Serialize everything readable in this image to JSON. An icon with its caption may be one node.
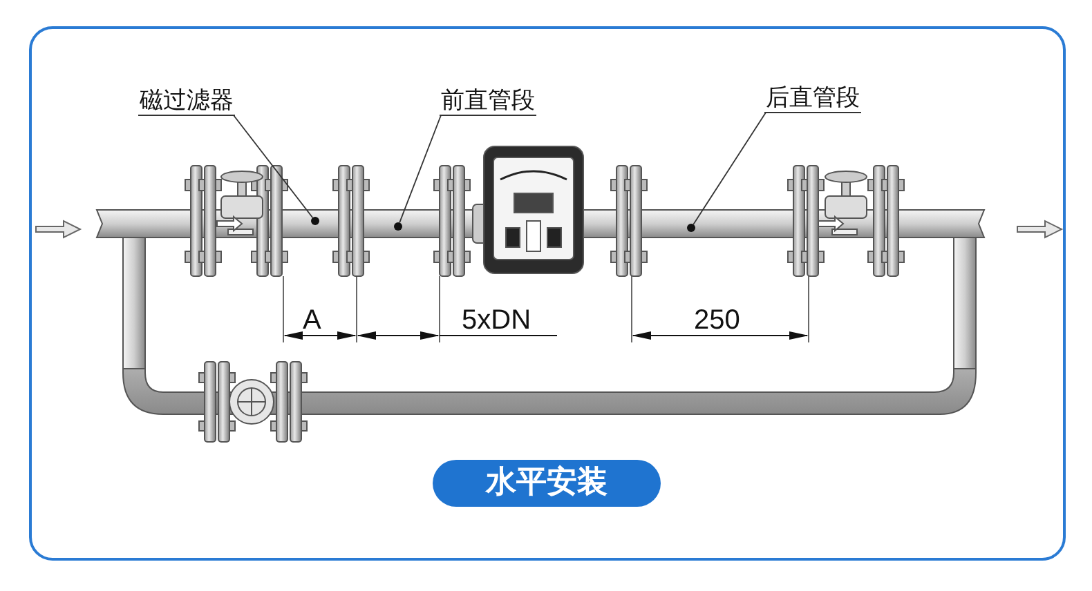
{
  "diagram": {
    "title": "水平安装",
    "nodes": [
      {
        "text": [
          "磁过滤器"
        ]
      },
      {
        "text": [
          "前直管段"
        ]
      },
      {
        "text": [
          "后直管段"
        ]
      },
      {
        "text": [],
        "shape": "circle"
      },
      {
        "text": [],
        "shape": "circle"
      },
      {
        "text": [],
        "shape": "circle"
      }
    ],
    "edges": [
      {
        "from": 0,
        "to": 3,
        "arrow": "none"
      },
      {
        "from": 1,
        "to": 4,
        "arrow": "none"
      },
      {
        "from": 2,
        "to": 5,
        "arrow": "none"
      }
    ],
    "labels": [
      "A",
      "5xDN",
      "250"
    ]
  }
}
